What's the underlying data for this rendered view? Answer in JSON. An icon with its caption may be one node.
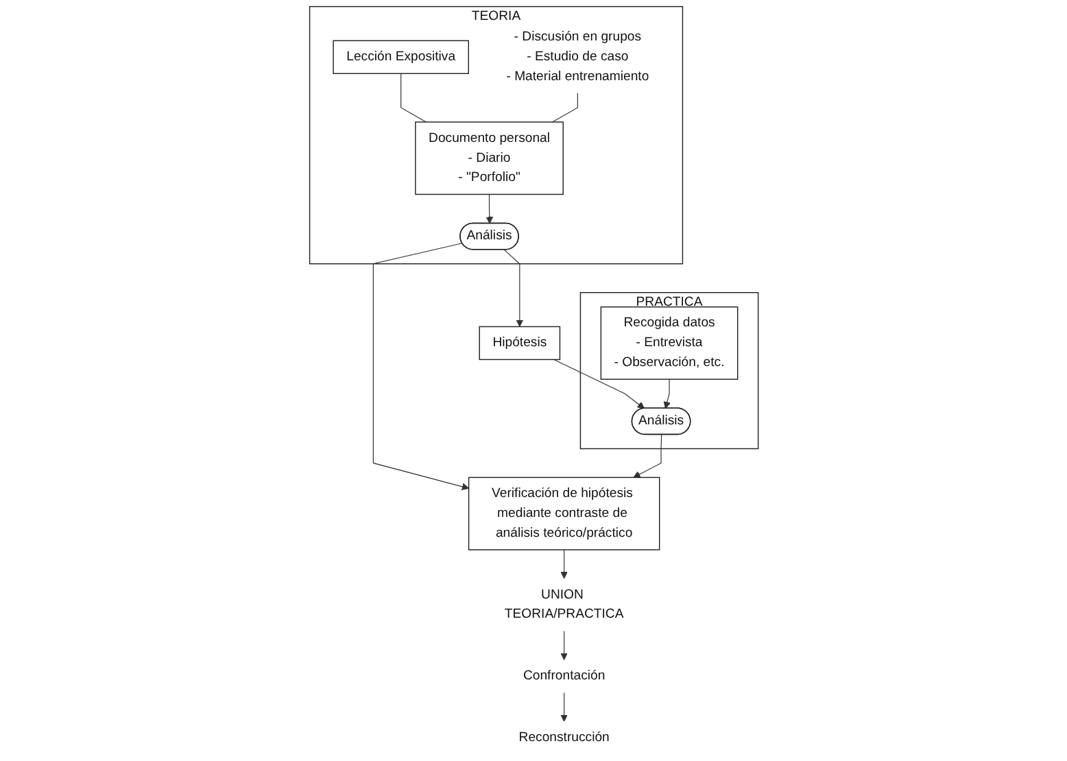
{
  "diagram": {
    "nodes": [
      {
        "text": [
          "TEORIA"
        ]
      },
      {
        "text": [
          "Lección Expositiva"
        ],
        "in": 0
      },
      {
        "text": [
          "Documento personal",
          "- Diario",
          "- \"Porfolio\""
        ],
        "in": 0
      },
      {
        "text": [
          "- Discusión en grupos",
          "- Estudio de caso",
          "- Material entrenamiento"
        ],
        "in": 0
      },
      {
        "text": [
          "Análisis"
        ],
        "in": 0
      },
      {
        "text": [
          "Hipótesis"
        ]
      },
      {
        "text": [
          "PRACTICA"
        ]
      },
      {
        "text": [
          "Recogida datos",
          "- Entrevista",
          "- Observación, etc."
        ],
        "in": 6
      },
      {
        "text": [
          "Análisis"
        ],
        "in": 6
      },
      {
        "text": [
          "Verificación de hipótesis mediante contraste de análisis teórico/práctico"
        ]
      },
      {
        "text": [
          "UNION TEORIA/PRACTICA"
        ]
      },
      {
        "text": [
          "Confrontación"
        ]
      },
      {
        "text": [
          "Reconstrucción"
        ]
      }
    ],
    "edges": [
      {
        "from": 1,
        "to": 2,
        "arrow": "none"
      },
      {
        "from": 3,
        "to": 2,
        "arrow": "none"
      },
      {
        "from": 2,
        "to": 4,
        "arrow": "to"
      },
      {
        "from": 4,
        "to": 5,
        "arrow": "to"
      },
      {
        "from": 5,
        "to": 8,
        "arrow": "to"
      },
      {
        "from": 7,
        "to": 8,
        "arrow": "to"
      },
      {
        "from": 4,
        "to": 9,
        "arrow": "to"
      },
      {
        "from": 8,
        "to": 9,
        "arrow": "to"
      },
      {
        "from": 9,
        "to": 10,
        "arrow": "to"
      },
      {
        "from": 10,
        "to": 11,
        "arrow": "to"
      },
      {
        "from": 11,
        "to": 12,
        "arrow": "to"
      }
    ]
  }
}
